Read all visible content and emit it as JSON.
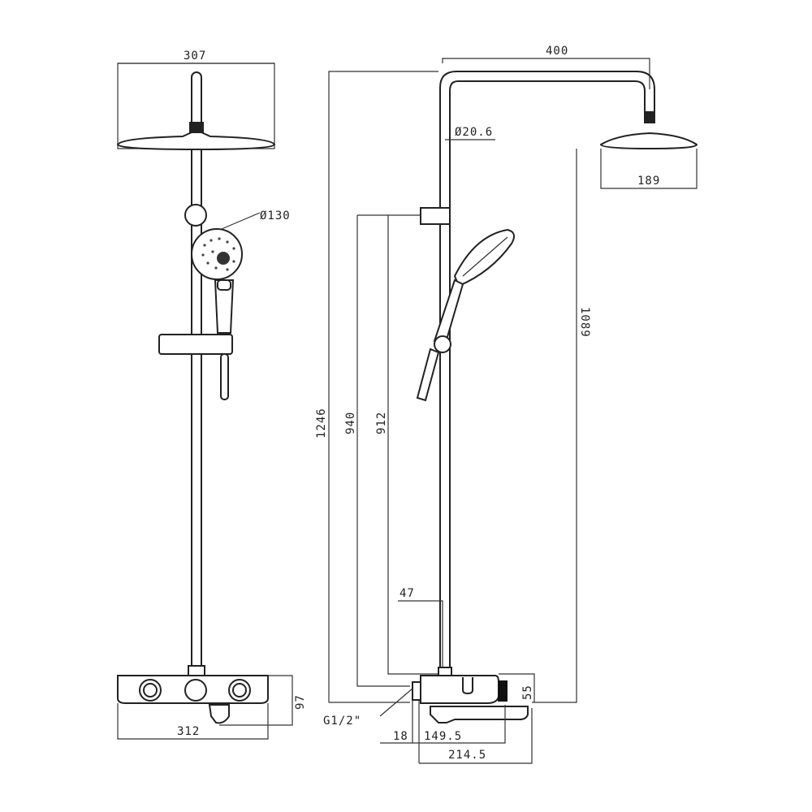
{
  "diagram": {
    "front_view": {
      "dim_head_width": "307",
      "dim_hand_shower_diameter": "Ø130",
      "dim_base_height": "97",
      "dim_base_width": "312"
    },
    "side_view": {
      "dim_arm_length": "400",
      "dim_pipe_diameter": "Ø20.6",
      "dim_head_diameter": "189",
      "dim_head_height": "1089",
      "dim_total_height": "1246",
      "dim_holder_height_940": "940",
      "dim_holder_height_912": "912",
      "dim_rod_offset": "47",
      "dim_mixer_height": "55",
      "dim_inlet_thread": "G1/2\"",
      "dim_wall_offset": "18",
      "dim_mixer_depth": "149.5",
      "dim_spout_depth": "214.5"
    },
    "colors": {
      "line": "#222222",
      "background": "#ffffff"
    }
  }
}
